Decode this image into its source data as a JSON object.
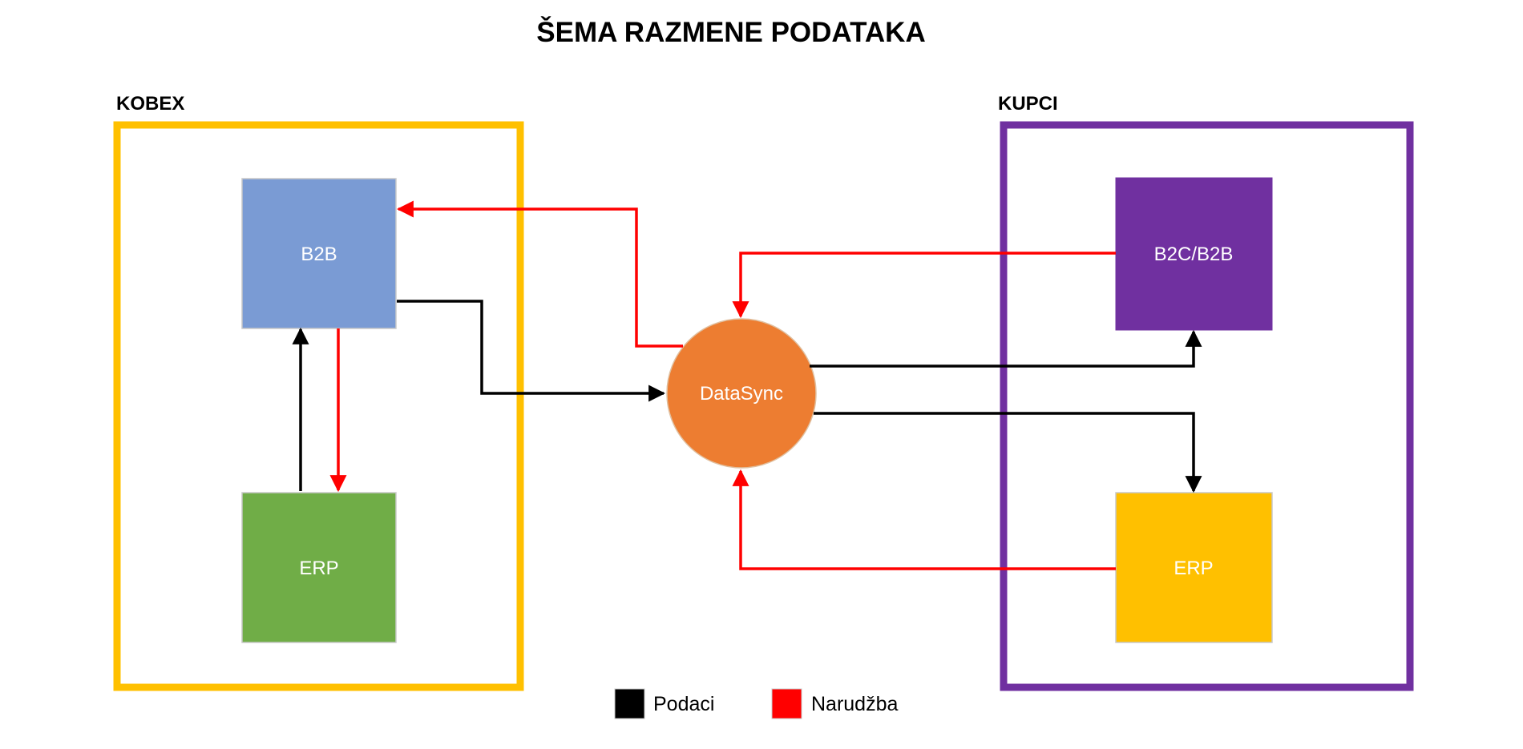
{
  "title": "ŠEMA RAZMENE PODATAKA",
  "groups": {
    "kobex": {
      "label": "KOBEX",
      "border_color": "#FFC000"
    },
    "kupci": {
      "label": "KUPCI",
      "border_color": "#7030A0"
    }
  },
  "nodes": {
    "kobex_b2b": {
      "label": "B2B",
      "color": "#7A9BD4"
    },
    "kobex_erp": {
      "label": "ERP",
      "color": "#70AD47"
    },
    "datasync": {
      "label": "DataSync",
      "color": "#ED7D31"
    },
    "kupci_b2c_b2b": {
      "label": "B2C/B2B",
      "color": "#7030A0"
    },
    "kupci_erp": {
      "label": "ERP",
      "color": "#FFC000"
    }
  },
  "legend": {
    "podaci": {
      "label": "Podaci",
      "color": "#000000"
    },
    "narudzba": {
      "label": "Narudžba",
      "color": "#FF0000"
    }
  },
  "edges": [
    {
      "from": "kobex_erp",
      "to": "kobex_b2b",
      "type": "podaci"
    },
    {
      "from": "kobex_b2b",
      "to": "kobex_erp",
      "type": "narudzba"
    },
    {
      "from": "kobex_b2b",
      "to": "datasync",
      "type": "podaci"
    },
    {
      "from": "datasync",
      "to": "kobex_b2b",
      "type": "narudzba"
    },
    {
      "from": "kupci_b2c_b2b",
      "to": "datasync",
      "type": "narudzba"
    },
    {
      "from": "datasync",
      "to": "kupci_b2c_b2b",
      "type": "podaci"
    },
    {
      "from": "datasync",
      "to": "kupci_erp",
      "type": "podaci"
    },
    {
      "from": "kupci_erp",
      "to": "datasync",
      "type": "narudzba"
    }
  ]
}
